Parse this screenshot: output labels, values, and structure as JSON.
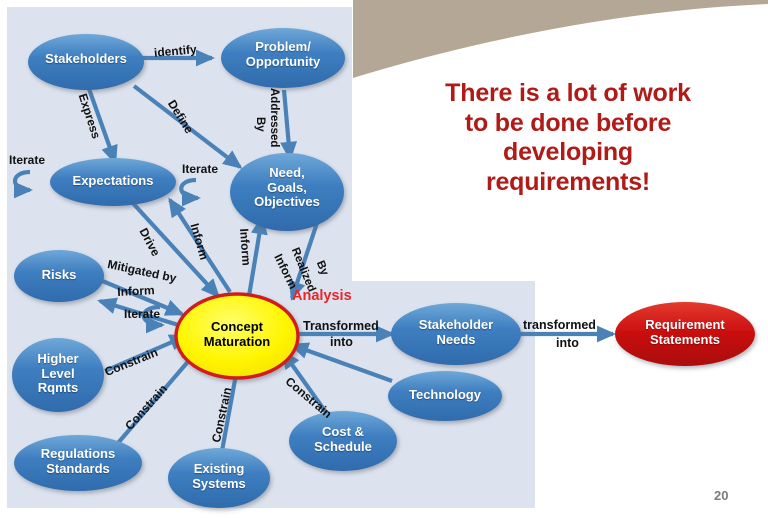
{
  "slide": {
    "page_number": "20",
    "headline_lines": [
      "There is a lot of work",
      "to be done before",
      "developing",
      "requirements!"
    ],
    "headline_color": "#B01A17",
    "decor": {
      "swoosh_color": "#B5A795",
      "panel_color": "#DCE3EF",
      "background_color": "#FFFFFF"
    }
  },
  "diagram": {
    "center_annotation": "Analysis",
    "center_annotation_color": "#E8262A",
    "node_fill_blue": "#3E7EC0",
    "node_fill_yellow": "#FFF500",
    "node_fill_red": "#CC1111",
    "nodes": [
      {
        "id": "stakeholders",
        "lines": [
          "Stakeholders"
        ]
      },
      {
        "id": "problem",
        "lines": [
          "Problem/",
          "Opportunity"
        ]
      },
      {
        "id": "expectations",
        "lines": [
          "Expectations"
        ]
      },
      {
        "id": "needgoals",
        "lines": [
          "Need,",
          "Goals,",
          "Objectives"
        ]
      },
      {
        "id": "risks",
        "lines": [
          "Risks"
        ]
      },
      {
        "id": "concept",
        "lines": [
          "Concept",
          "Maturation"
        ]
      },
      {
        "id": "higher",
        "lines": [
          "Higher",
          "Level",
          "Rqmts"
        ]
      },
      {
        "id": "regulations",
        "lines": [
          "Regulations",
          "Standards"
        ]
      },
      {
        "id": "existing",
        "lines": [
          "Existing",
          "Systems"
        ]
      },
      {
        "id": "cost",
        "lines": [
          "Cost &",
          "Schedule"
        ]
      },
      {
        "id": "technology",
        "lines": [
          "Technology"
        ]
      },
      {
        "id": "stakeholderneeds",
        "lines": [
          "Stakeholder",
          "Needs"
        ]
      },
      {
        "id": "requirements",
        "lines": [
          "Requirement",
          "Statements"
        ]
      }
    ],
    "edge_labels": [
      {
        "id": "identify",
        "text": "identify"
      },
      {
        "id": "express",
        "text": "Express"
      },
      {
        "id": "define",
        "text": "Define"
      },
      {
        "id": "addressed",
        "text": "Addressed"
      },
      {
        "id": "by",
        "text": "By"
      },
      {
        "id": "iterate-exp",
        "text": "Iterate"
      },
      {
        "id": "iterate-need",
        "text": "Iterate"
      },
      {
        "id": "drive",
        "text": "Drive"
      },
      {
        "id": "inform-exp",
        "text": "Inform"
      },
      {
        "id": "inform-need",
        "text": "Inform"
      },
      {
        "id": "inform-center",
        "text": "Inform"
      },
      {
        "id": "realized",
        "text": "Realized"
      },
      {
        "id": "realized-by",
        "text": "By"
      },
      {
        "id": "mitigated",
        "text": "Mitigated by"
      },
      {
        "id": "inform-risks",
        "text": "Inform"
      },
      {
        "id": "iterate-concept",
        "text": "Iterate"
      },
      {
        "id": "constrain-higher",
        "text": "Constrain"
      },
      {
        "id": "constrain-reg",
        "text": "Constrain"
      },
      {
        "id": "constrain-exist",
        "text": "Constrain"
      },
      {
        "id": "constrain-cost",
        "text": "Constrain"
      },
      {
        "id": "transformed1",
        "text": "Transformed"
      },
      {
        "id": "transformed1b",
        "text": "into"
      },
      {
        "id": "transformed2",
        "text": "transformed"
      },
      {
        "id": "transformed2b",
        "text": "into"
      }
    ]
  }
}
